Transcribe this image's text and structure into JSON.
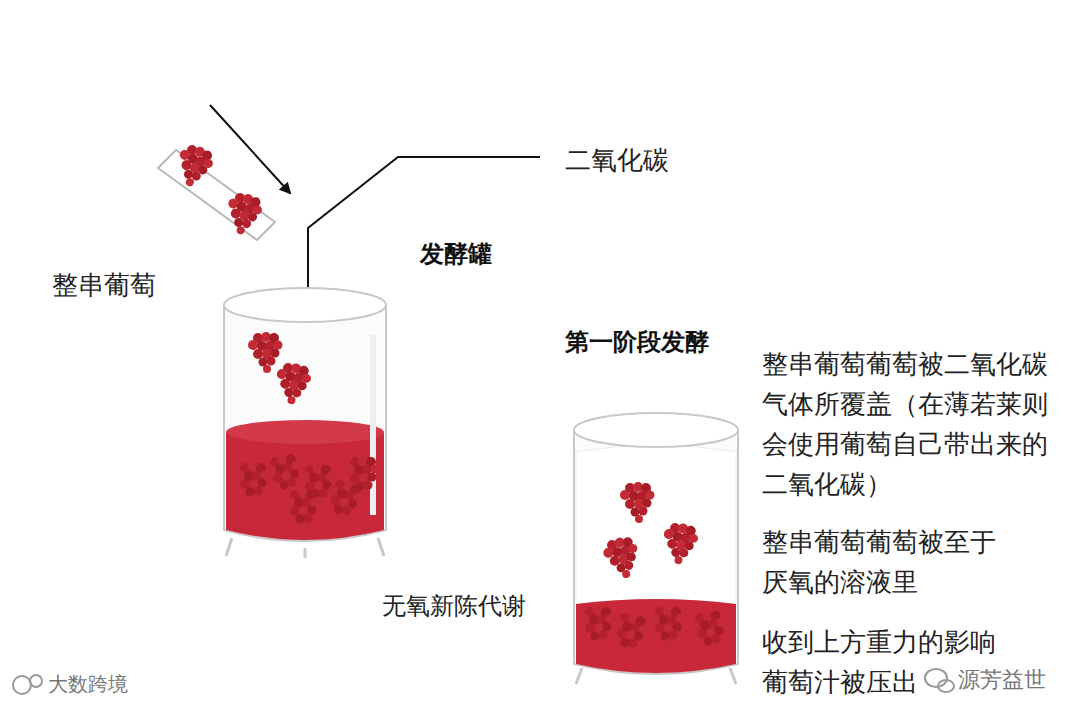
{
  "diagram": {
    "labels": [
      "二氧化碳",
      "整串葡萄",
      "发酵罐",
      "第一阶段发酵",
      "整串葡萄葡萄被二氧化碳 气体所覆盖（在薄若莱则 会使用葡萄自己带出来的 二氧化碳）",
      "整串葡萄葡萄被至于 厌氧的溶液里",
      "无氧新陈代谢",
      "收到上方重力的影响 葡萄汁被压出",
      "大数跨境",
      "源芳益世"
    ]
  }
}
